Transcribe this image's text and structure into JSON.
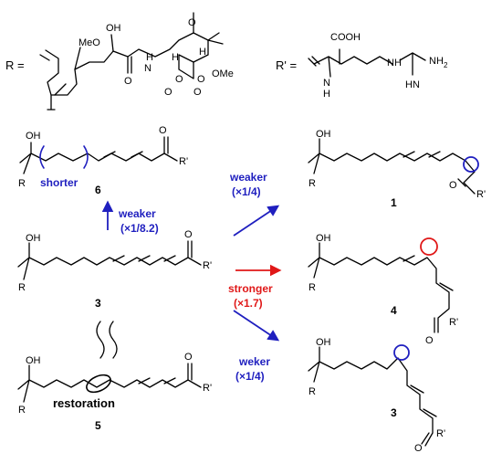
{
  "substituents": {
    "r_label": "R =",
    "rp_label": "R' =",
    "r_atoms": {
      "meo": "MeO",
      "oh": "OH",
      "h1": "H",
      "n": "N",
      "h2": "H",
      "ome": "OMe",
      "o1": "O",
      "o2": "O",
      "o3": "O",
      "o4": "O",
      "o5": "O",
      "o6": "O",
      "h3": "H"
    },
    "rp_atoms": {
      "cooh": "COOH",
      "n": "N",
      "h": "H",
      "nh": "NH",
      "nh2": "NH",
      "two": "2",
      "hn": "HN",
      "h_n": "H"
    }
  },
  "compounds": {
    "c6": {
      "number": "6",
      "tag": "shorter",
      "oh": "OH",
      "r": "R",
      "o": "O",
      "rp": "R'"
    },
    "c3a": {
      "number": "3",
      "oh": "OH",
      "r": "R",
      "o": "O",
      "rp": "R'"
    },
    "c5": {
      "number": "5",
      "tag": "restoration",
      "oh": "OH",
      "r": "R",
      "o": "O",
      "rp": "R'"
    },
    "c1": {
      "number": "1",
      "oh": "OH",
      "r": "R",
      "o": "O",
      "rp": "R'"
    },
    "c4": {
      "number": "4",
      "oh": "OH",
      "r": "R",
      "o": "O",
      "rp": "R'"
    },
    "c3b": {
      "number": "3",
      "oh": "OH",
      "r": "R",
      "o": "O",
      "rp": "R'"
    }
  },
  "arrows": {
    "up": {
      "label": "weaker",
      "factor": "(×1/8.2)",
      "color": "#1f1fbf"
    },
    "to1": {
      "label": "weaker",
      "factor": "(×1/4)",
      "color": "#1f1fbf"
    },
    "to4": {
      "label": "stronger",
      "factor": "(×1.7)",
      "color": "#e01818"
    },
    "to3": {
      "label": "weker",
      "factor": "(×1/4)",
      "color": "#1f1fbf"
    }
  },
  "colors": {
    "blue": "#1f1fbf",
    "red": "#e01818",
    "ink": "#000000"
  }
}
